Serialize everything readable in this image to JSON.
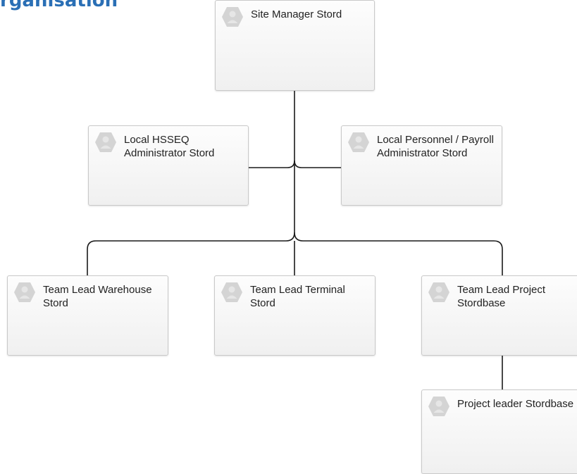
{
  "title_fragment": "rganisation",
  "colors": {
    "title": "#2a6fb5",
    "connector": "#1a1a1a",
    "node_border": "#c9c9c9",
    "node_fill_top": "#fdfdfd",
    "node_fill_bottom": "#f0f0f0",
    "icon": "#d4d4d4"
  },
  "node_icon": "hexagon-avatar-icon",
  "nodes": {
    "site_manager": "Site Manager Stord",
    "hsseq_admin": "Local HSSEQ Administrator Stord",
    "payroll_admin": "Local Personnel / Payroll Administrator Stord",
    "team_lead_warehouse": "Team Lead Warehouse Stord",
    "team_lead_terminal": "Team Lead Terminal Stord",
    "team_lead_project": "Team Lead Project Stordbase",
    "project_leader": "Project leader Stordbase"
  }
}
